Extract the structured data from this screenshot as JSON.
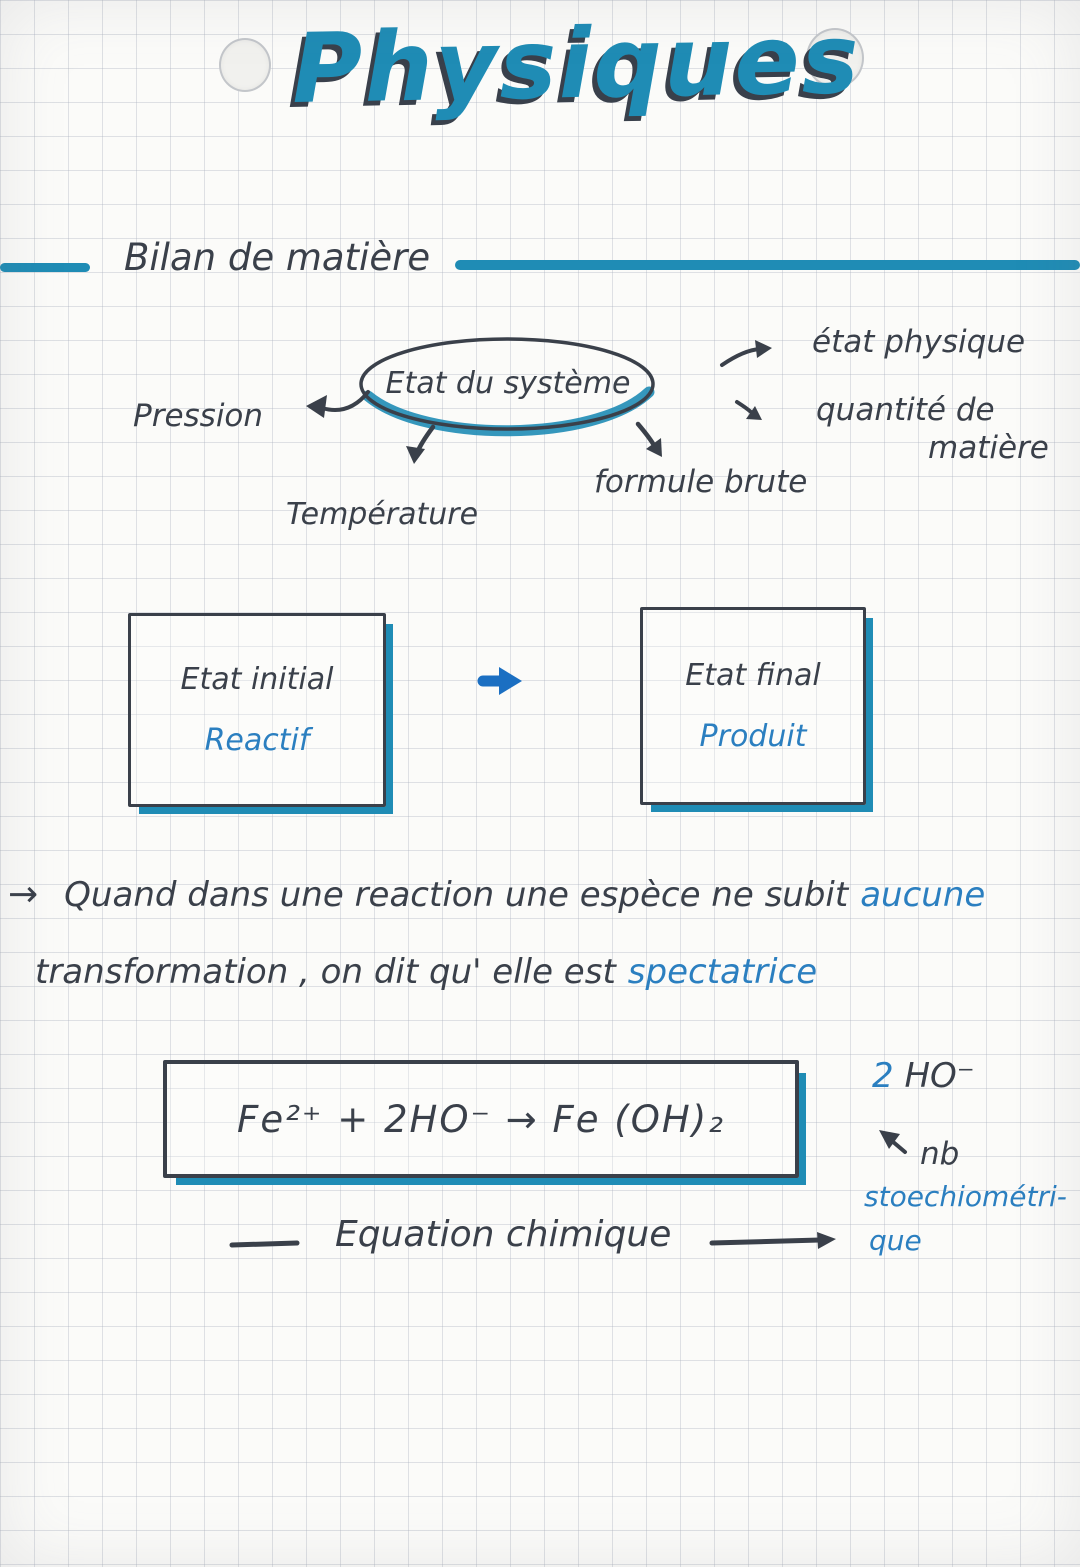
{
  "colors": {
    "teal": "#1f8cb5",
    "ink": "#3a404a",
    "pen_blue": "#2b7fc0",
    "arrow_blue": "#1b6fc2"
  },
  "page": {
    "title": "Physiques"
  },
  "section": {
    "heading": "Bilan de matière"
  },
  "mindmap": {
    "center": "Etat du système",
    "pression": "Pression",
    "temperature": "Température",
    "formule_brute": "formule brute",
    "etat_physique": "état physique",
    "quantite_de": "quantité de",
    "matiere": "matière"
  },
  "states": {
    "initial_title": "Etat initial",
    "initial_label": "Reactif",
    "final_title": "Etat final",
    "final_label": "Produit"
  },
  "note": {
    "bullet": "→",
    "line1": "Quand dans une reaction une espèce ne subit",
    "line1_highlight": "aucune",
    "line2": "transformation , on dit qu' elle est",
    "line2_highlight": "spectatrice"
  },
  "equation": {
    "formula": "Fe²⁺  +  2HO⁻   →   Fe (OH)₂",
    "caption": "Equation chimique",
    "annotation": {
      "coeff": "2",
      "species": "HO⁻",
      "label": "nb",
      "label_blue_line1": "stoechiométri-",
      "label_blue_line2": "que"
    }
  }
}
